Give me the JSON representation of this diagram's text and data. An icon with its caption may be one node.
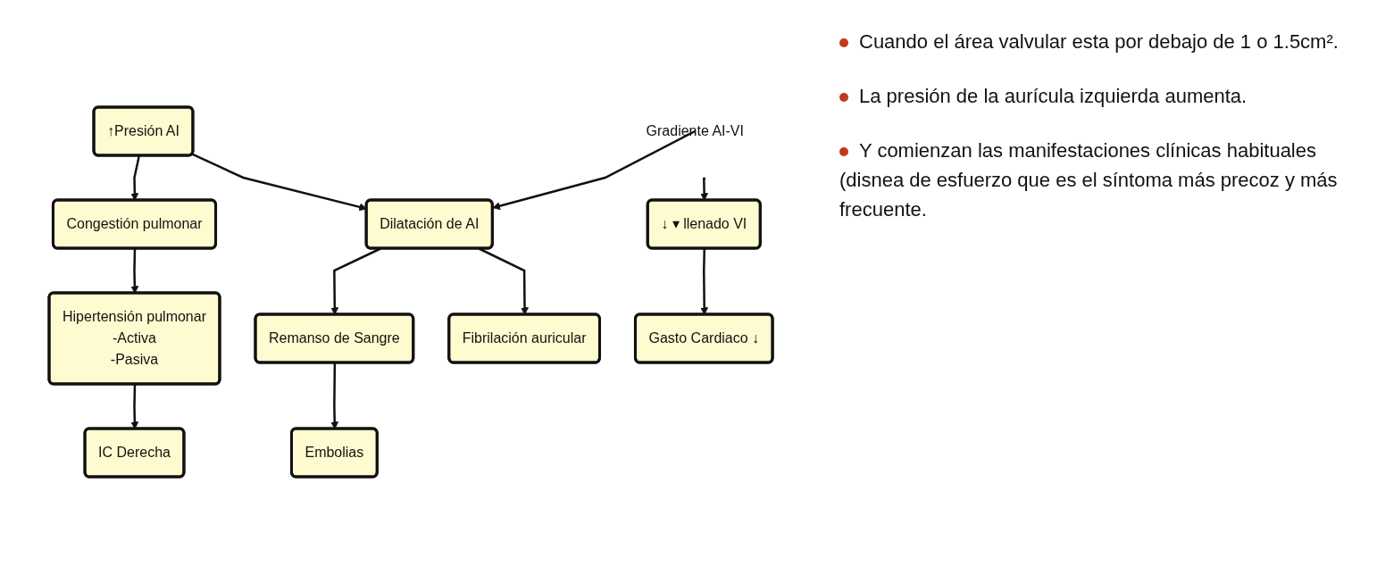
{
  "diagram": {
    "nodes": [
      {
        "text": [
          "↑Presión AI"
        ]
      },
      {
        "text": [
          "Gradiente AI-VI"
        ]
      },
      {
        "text": [
          "Congestión pulmonar"
        ]
      },
      {
        "text": [
          "Dilatación de AI"
        ]
      },
      {
        "text": [
          "↓ ▾ llenado VI"
        ]
      },
      {
        "text": [
          "Hipertensión pulmonar",
          "-Activa",
          "-Pasiva"
        ]
      },
      {
        "text": [
          "Remanso de Sangre"
        ]
      },
      {
        "text": [
          "Fibrilación auricular"
        ]
      },
      {
        "text": [
          "Gasto Cardiaco ↓"
        ]
      },
      {
        "text": [
          "Embolias"
        ]
      },
      {
        "text": [
          "IC Derecha"
        ]
      }
    ],
    "edges": [
      {
        "from": 0,
        "to": 2,
        "arrow": "to"
      },
      {
        "from": 0,
        "to": 3,
        "arrow": "to"
      },
      {
        "from": 1,
        "to": 3,
        "arrow": "to"
      },
      {
        "from": 1,
        "to": 4,
        "arrow": "to"
      },
      {
        "from": 2,
        "to": 5,
        "arrow": "to"
      },
      {
        "from": 3,
        "to": 6,
        "arrow": "to"
      },
      {
        "from": 3,
        "to": 7,
        "arrow": "to"
      },
      {
        "from": 4,
        "to": 8,
        "arrow": "to"
      },
      {
        "from": 6,
        "to": 9,
        "arrow": "to"
      },
      {
        "from": 5,
        "to": 10,
        "arrow": "to"
      }
    ],
    "labels": [
      "Cuando el área valvular esta por debajo de 1 o 1.5cm².",
      "La presión de la aurícula izquierda aumenta.",
      "Y comienzan las manifestaciones clínicas habituales (disnea de esfuerzo que es el síntoma más precoz y más frecuente."
    ]
  }
}
